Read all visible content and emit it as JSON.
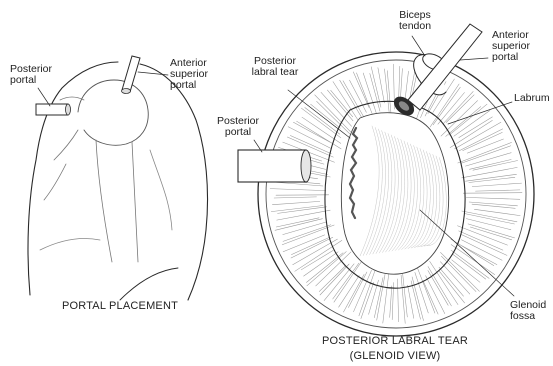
{
  "left_figure": {
    "labels": {
      "posterior_portal": "Posterior\nportal",
      "anterior_superior_portal": "Anterior\nsuperior\nportal"
    },
    "caption": "PORTAL PLACEMENT"
  },
  "right_figure": {
    "labels": {
      "biceps_tendon": "Biceps\ntendon",
      "anterior_superior_portal": "Anterior\nsuperior\nportal",
      "posterior_labral_tear": "Posterior\nlabral tear",
      "labrum": "Labrum",
      "posterior_portal": "Posterior\nportal",
      "glenoid_fossa": "Glenoid\nfossa"
    },
    "caption_line1": "POSTERIOR LABRAL TEAR",
    "caption_line2": "(GLENOID VIEW)"
  },
  "colors": {
    "line": "#2a2a2a",
    "shading": "#9a9a9a",
    "tear": "#555555"
  }
}
